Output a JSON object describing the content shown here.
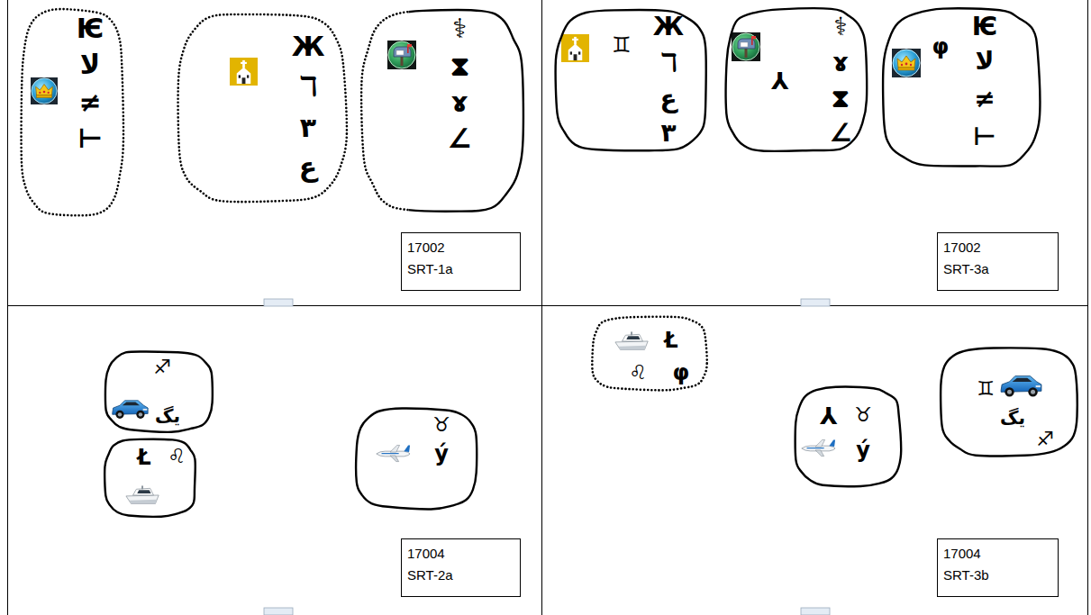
{
  "diagram": {
    "nodes": [
      {
        "text": [
          "Ѥ",
          "ﻻ",
          "≠",
          "⊢"
        ]
      },
      {
        "text": [
          "Ж",
          "ℸ",
          "٣",
          "ﻉ"
        ]
      },
      {
        "text": [
          "⚕",
          "⧗",
          "ɤ",
          "∠"
        ]
      },
      {
        "text": [
          "17002",
          "SRT-1a"
        ]
      },
      {
        "text": [
          "♊︎",
          "Ж",
          "ℸ",
          "ﻉ",
          "٣"
        ]
      },
      {
        "text": [
          "⅄",
          "⚕",
          "ɤ",
          "⧗",
          "∠"
        ]
      },
      {
        "text": [
          "φ",
          "Ѥ",
          "ﻻ",
          "≠",
          "⊢"
        ]
      },
      {
        "text": [
          "17002",
          "SRT-3a"
        ]
      },
      {
        "text": [
          "♐︎",
          "یگ"
        ]
      },
      {
        "text": [
          "Ł",
          "♌︎"
        ]
      },
      {
        "text": [
          "♉︎",
          "ý"
        ]
      },
      {
        "text": [
          "17004",
          "SRT-2a"
        ]
      },
      {
        "text": [
          "Ł",
          "φ",
          "♌︎"
        ]
      },
      {
        "text": [
          "⅄",
          "♉︎",
          "ý"
        ]
      },
      {
        "text": [
          "♊︎",
          "یگ",
          "♐︎"
        ]
      },
      {
        "text": [
          "17004",
          "SRT-3b"
        ]
      }
    ]
  }
}
